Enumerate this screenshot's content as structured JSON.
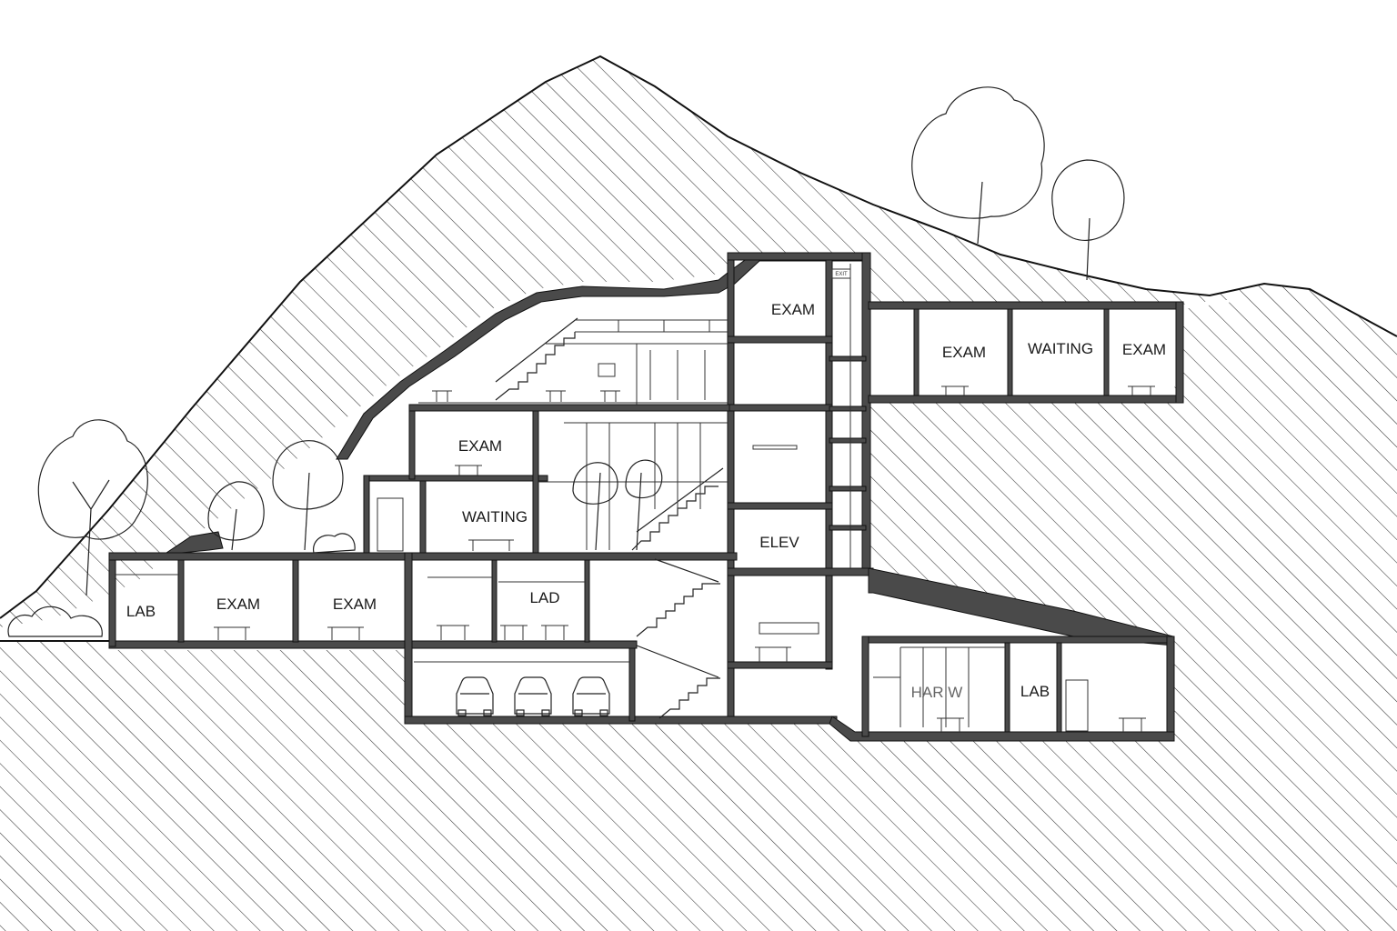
{
  "diagram": {
    "rooms": [
      {
        "id": "exam-tower",
        "label": "EXAM"
      },
      {
        "id": "exam-east-1",
        "label": "EXAM"
      },
      {
        "id": "waiting-east",
        "label": "WAITING"
      },
      {
        "id": "exam-east-2",
        "label": "EXAM"
      },
      {
        "id": "exam-mid",
        "label": "EXAM"
      },
      {
        "id": "waiting-mid",
        "label": "WAITING"
      },
      {
        "id": "elev",
        "label": "ELEV"
      },
      {
        "id": "lab-west",
        "label": "LAB"
      },
      {
        "id": "exam-west-1",
        "label": "EXAM"
      },
      {
        "id": "exam-west-2",
        "label": "EXAM"
      },
      {
        "id": "lab-mid",
        "label": "LAD"
      },
      {
        "id": "hallway",
        "label": "HAR W"
      },
      {
        "id": "lab-east",
        "label": "LAB"
      }
    ],
    "small_tag": "EXIT",
    "parking_cars": 3,
    "colors": {
      "ink": "#111111",
      "wall_fill": "#4a4a4a",
      "hatch": "#333333",
      "paper": "#ffffff"
    }
  }
}
